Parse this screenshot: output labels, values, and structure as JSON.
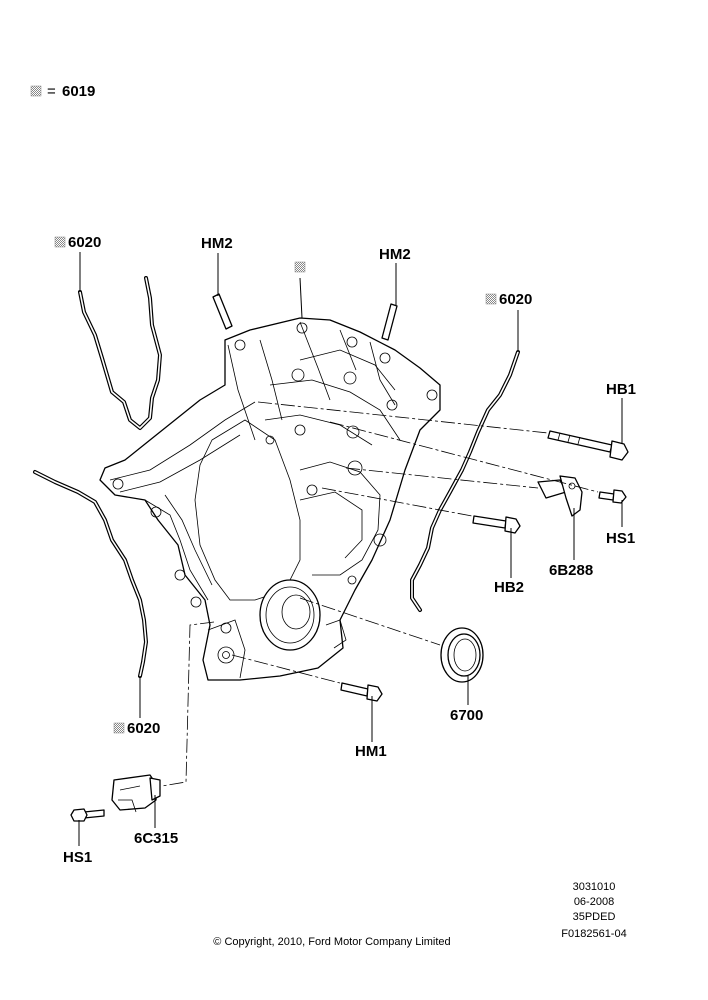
{
  "legend": {
    "symbol_icon": "sealant-square-icon",
    "equals": "=",
    "part": "6019"
  },
  "callouts": {
    "gasket_top_left": "6020",
    "gasket_right": "6020",
    "gasket_bottom_left": "6020",
    "dowel_left": "HM2",
    "dowel_right": "HM2",
    "bolt_hb1": "HB1",
    "bolt_hs1_right": "HS1",
    "sensor_cam": "6B288",
    "bolt_hb2": "HB2",
    "seal": "6700",
    "bolt_hm1": "HM1",
    "sensor_crank": "6C315",
    "bolt_hs1_left": "HS1"
  },
  "info_block": {
    "line1": "3031010",
    "line2": "06-2008",
    "line3": "35PDED",
    "line4": "F0182561-04"
  },
  "copyright": "© Copyright, 2010, Ford Motor Company Limited",
  "colors": {
    "ink": "#000000",
    "background": "#ffffff",
    "sealant_pattern": "#888888"
  }
}
